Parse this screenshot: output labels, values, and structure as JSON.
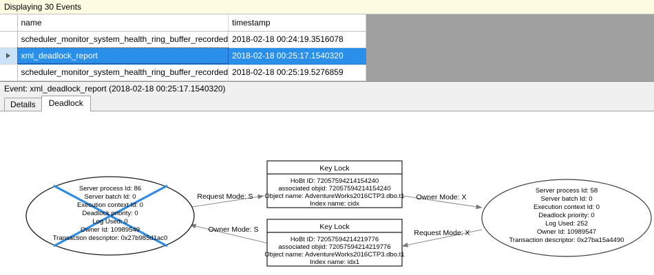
{
  "banner": {
    "text": "Displaying 30 Events"
  },
  "grid": {
    "columns": [
      "name",
      "timestamp"
    ],
    "rows": [
      {
        "selected": false,
        "marker": "",
        "name": "scheduler_monitor_system_health_ring_buffer_recorded",
        "timestamp": "2018-02-18 00:24:19.3516078"
      },
      {
        "selected": true,
        "marker": "row-selector-arrow-icon",
        "name": "xml_deadlock_report",
        "timestamp": "2018-02-18 00:25:17.1540320"
      },
      {
        "selected": false,
        "marker": "",
        "name": "scheduler_monitor_system_health_ring_buffer_recorded",
        "timestamp": "2018-02-18 00:25:19.5276859"
      }
    ]
  },
  "event_header": {
    "text": "Event: xml_deadlock_report (2018-02-18 00:25:17.1540320)"
  },
  "tabs": [
    {
      "label": "Details",
      "active": false
    },
    {
      "label": "Deadlock",
      "active": true
    }
  ],
  "deadlock_graph": {
    "victim_marker_color": "#2E8BE0",
    "process_left": {
      "is_victim": true,
      "lines": [
        "Server process Id: 86",
        "Server batch Id: 0",
        "Execution context Id: 0",
        "Deadlock priority: 0",
        "Log Used: 0",
        "Owner Id: 10989549",
        "Transaction descriptor: 0x27b985d1ac0"
      ]
    },
    "process_right": {
      "is_victim": false,
      "lines": [
        "Server process Id: 58",
        "Server batch Id: 0",
        "Execution context Id: 0",
        "Deadlock priority: 0",
        "Log Used: 252",
        "Owner Id: 10989547",
        "Transaction descriptor: 0x27ba15a4490"
      ]
    },
    "resource_top": {
      "title": "Key Lock",
      "lines": [
        "HoBt ID: 72057594214154240",
        "associated objid: 72057594214154240",
        "Object name: AdventureWorks2016CTP3.dbo.t1",
        "Index name: cidx"
      ]
    },
    "resource_bottom": {
      "title": "Key Lock",
      "lines": [
        "HoBt ID: 72057594214219776",
        "associated objid: 72057594214219776",
        "Object name: AdventureWorks2016CTP3.dbo.t1",
        "Index name: idx1"
      ]
    },
    "edges": [
      {
        "id": "left-request-top",
        "label": "Request Mode: S"
      },
      {
        "id": "top-owner-right",
        "label": "Owner Mode: X"
      },
      {
        "id": "bottom-owner-left",
        "label": "Owner Mode: S"
      },
      {
        "id": "right-request-bottom",
        "label": "Request Mode: X"
      }
    ]
  }
}
